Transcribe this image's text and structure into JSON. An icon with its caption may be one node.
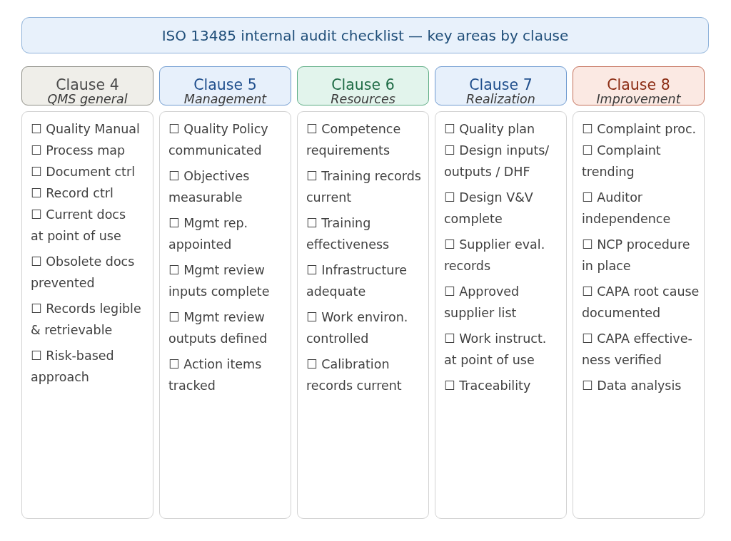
{
  "diagram": {
    "title": "ISO 13485 internal audit checklist — key areas by clause",
    "nodes": [
      {
        "text": [
          "Clause 4",
          "QMS general"
        ]
      },
      {
        "text": [
          "Clause 5",
          "Management"
        ]
      },
      {
        "text": [
          "Clause 6",
          "Resources"
        ]
      },
      {
        "text": [
          "Clause 7",
          "Realization"
        ]
      },
      {
        "text": [
          "Clause 8",
          "Improvement"
        ]
      },
      {
        "text": [
          "☐ Quality Manual",
          "☐ Process map",
          "☐ Document ctrl",
          "☐ Record ctrl",
          "☐ Current docs at point of use",
          "☐ Obsolete docs prevented",
          "☐ Records legible & retrievable",
          "☐ Risk-based approach"
        ]
      },
      {
        "text": [
          "☐ Quality Policy communicated",
          "☐ Objectives measurable",
          "☐ Mgmt rep. appointed",
          "☐ Mgmt review inputs complete",
          "☐ Mgmt review outputs defined",
          "☐ Action items tracked"
        ]
      },
      {
        "text": [
          "☐ Competence requirements",
          "☐ Training records current",
          "☐ Training effectiveness",
          "☐ Infrastructure adequate",
          "☐ Work environ. controlled",
          "☐ Calibration records current"
        ]
      },
      {
        "text": [
          "☐ Quality plan",
          "☐ Design inputs/ outputs / DHF",
          "☐ Design V&V complete",
          "☐ Supplier eval. records",
          "☐ Approved supplier list",
          "☐ Work instruct. at point of use",
          "☐ Traceability"
        ]
      },
      {
        "text": [
          "☐ Complaint proc.",
          "☐ Complaint trending",
          "☐ Auditor independence",
          "☐ NCP procedure in place",
          "☐ CAPA root cause documented",
          "☐ CAPA effective- ness verified",
          "☐ Data analysis"
        ]
      }
    ]
  }
}
